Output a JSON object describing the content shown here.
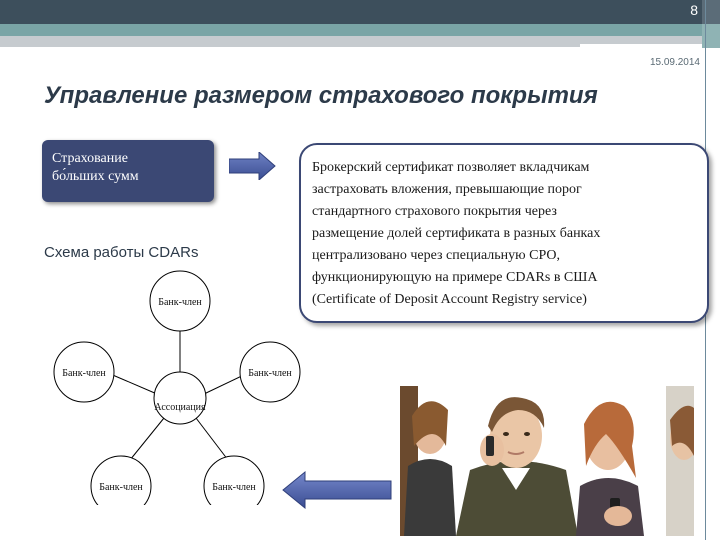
{
  "header": {
    "page_number": "8",
    "date": "15.09.2014"
  },
  "title": "Управление размером страхового покрытия",
  "left_box": {
    "lines": [
      "Страхование",
      "бо́льших сумм"
    ]
  },
  "info_box": {
    "lines": [
      "Брокерский сертификат позволяет вкладчикам",
      "застраховать вложения, превышающие порог",
      "стандартного страхового покрытия через",
      "размещение долей сертификата в разных банках",
      "централизовано через специальную СРО,",
      "функционирующую на примере CDARs в США",
      "(Certificate of Deposit Account Registry service)"
    ]
  },
  "scheme": {
    "title": "Схема работы CDARs",
    "center": "Ассоциация",
    "members": [
      "Банк-член",
      "Банк-член",
      "Банк-член",
      "Банк-член",
      "Банк-член"
    ]
  },
  "colors": {
    "accent_navy": "#3b4874",
    "header_dark": "#3d4f5c",
    "header_teal": "#7aa5a6",
    "arrow_blue": "#4a5ea0"
  }
}
